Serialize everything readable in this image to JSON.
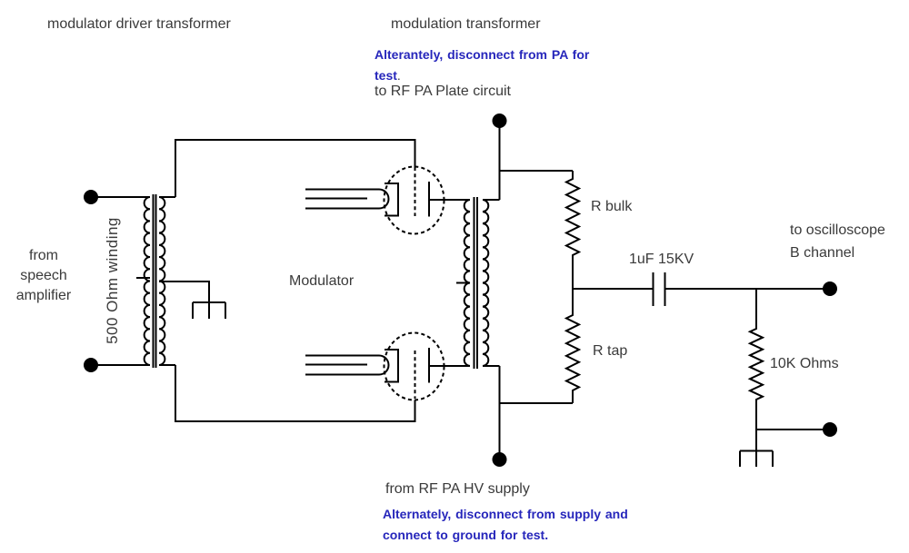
{
  "colors": {
    "wire": "#000000",
    "text": "#3a3a3a",
    "note_blue": "#2626bb",
    "background": "#ffffff"
  },
  "labels": {
    "driver_transformer": "modulator driver transformer",
    "modulation_transformer": "modulation transformer",
    "plate_circuit": "to RF PA Plate circuit",
    "speech_amp": [
      "from",
      "speech",
      "amplifier"
    ],
    "winding": "500 Ohm winding",
    "modulator": "Modulator",
    "r_bulk": "R bulk",
    "capacitor": "1uF 15KV",
    "r_tap": "R tap",
    "oscilloscope": [
      "to oscilloscope",
      "B channel"
    ],
    "r_10k": "10K Ohms",
    "hv_supply": "from RF PA HV supply"
  },
  "notes": {
    "pa_line1": "Alterantely, disconnect from PA for",
    "pa_line2": "test",
    "pa_line2_period": ".",
    "gnd_line1": "Alternately, disconnect from supply and",
    "gnd_line2": "connect to ground for test."
  }
}
